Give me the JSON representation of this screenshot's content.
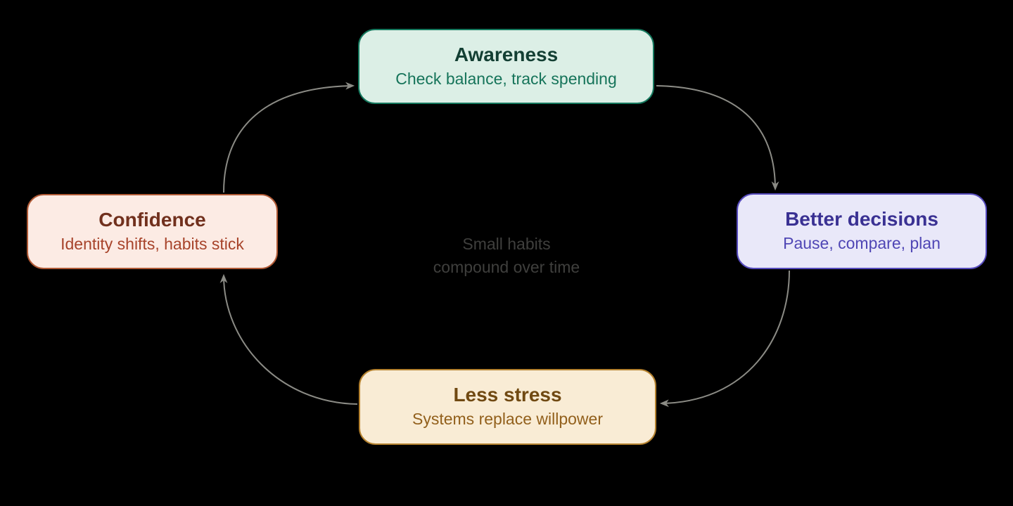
{
  "diagram": {
    "type": "cycle",
    "background_color": "#000000",
    "arrow_color": "#8b8b85"
  },
  "center_caption": {
    "line1": "Small habits",
    "line2": "compound over time",
    "color": "#3f3f3d"
  },
  "nodes": [
    {
      "id": "awareness",
      "title": "Awareness",
      "subtitle": "Check balance, track spending",
      "fill": "#dcefe6",
      "border": "#15795e",
      "title_color": "#133f33",
      "subtitle_color": "#16745a"
    },
    {
      "id": "better-decisions",
      "title": "Better decisions",
      "subtitle": "Pause, compare, plan",
      "fill": "#e9e8f9",
      "border": "#564bbd",
      "title_color": "#3a3193",
      "subtitle_color": "#4f46b5"
    },
    {
      "id": "less-stress",
      "title": "Less stress",
      "subtitle": "Systems replace willpower",
      "fill": "#f9ecd5",
      "border": "#b5822f",
      "title_color": "#704912",
      "subtitle_color": "#92601c"
    },
    {
      "id": "confidence",
      "title": "Confidence",
      "subtitle": "Identity shifts, habits stick",
      "fill": "#fcebe4",
      "border": "#b05a36",
      "title_color": "#71301d",
      "subtitle_color": "#a7432a"
    }
  ],
  "edges": [
    {
      "from": "confidence",
      "to": "awareness"
    },
    {
      "from": "awareness",
      "to": "better-decisions"
    },
    {
      "from": "better-decisions",
      "to": "less-stress"
    },
    {
      "from": "less-stress",
      "to": "confidence"
    }
  ]
}
